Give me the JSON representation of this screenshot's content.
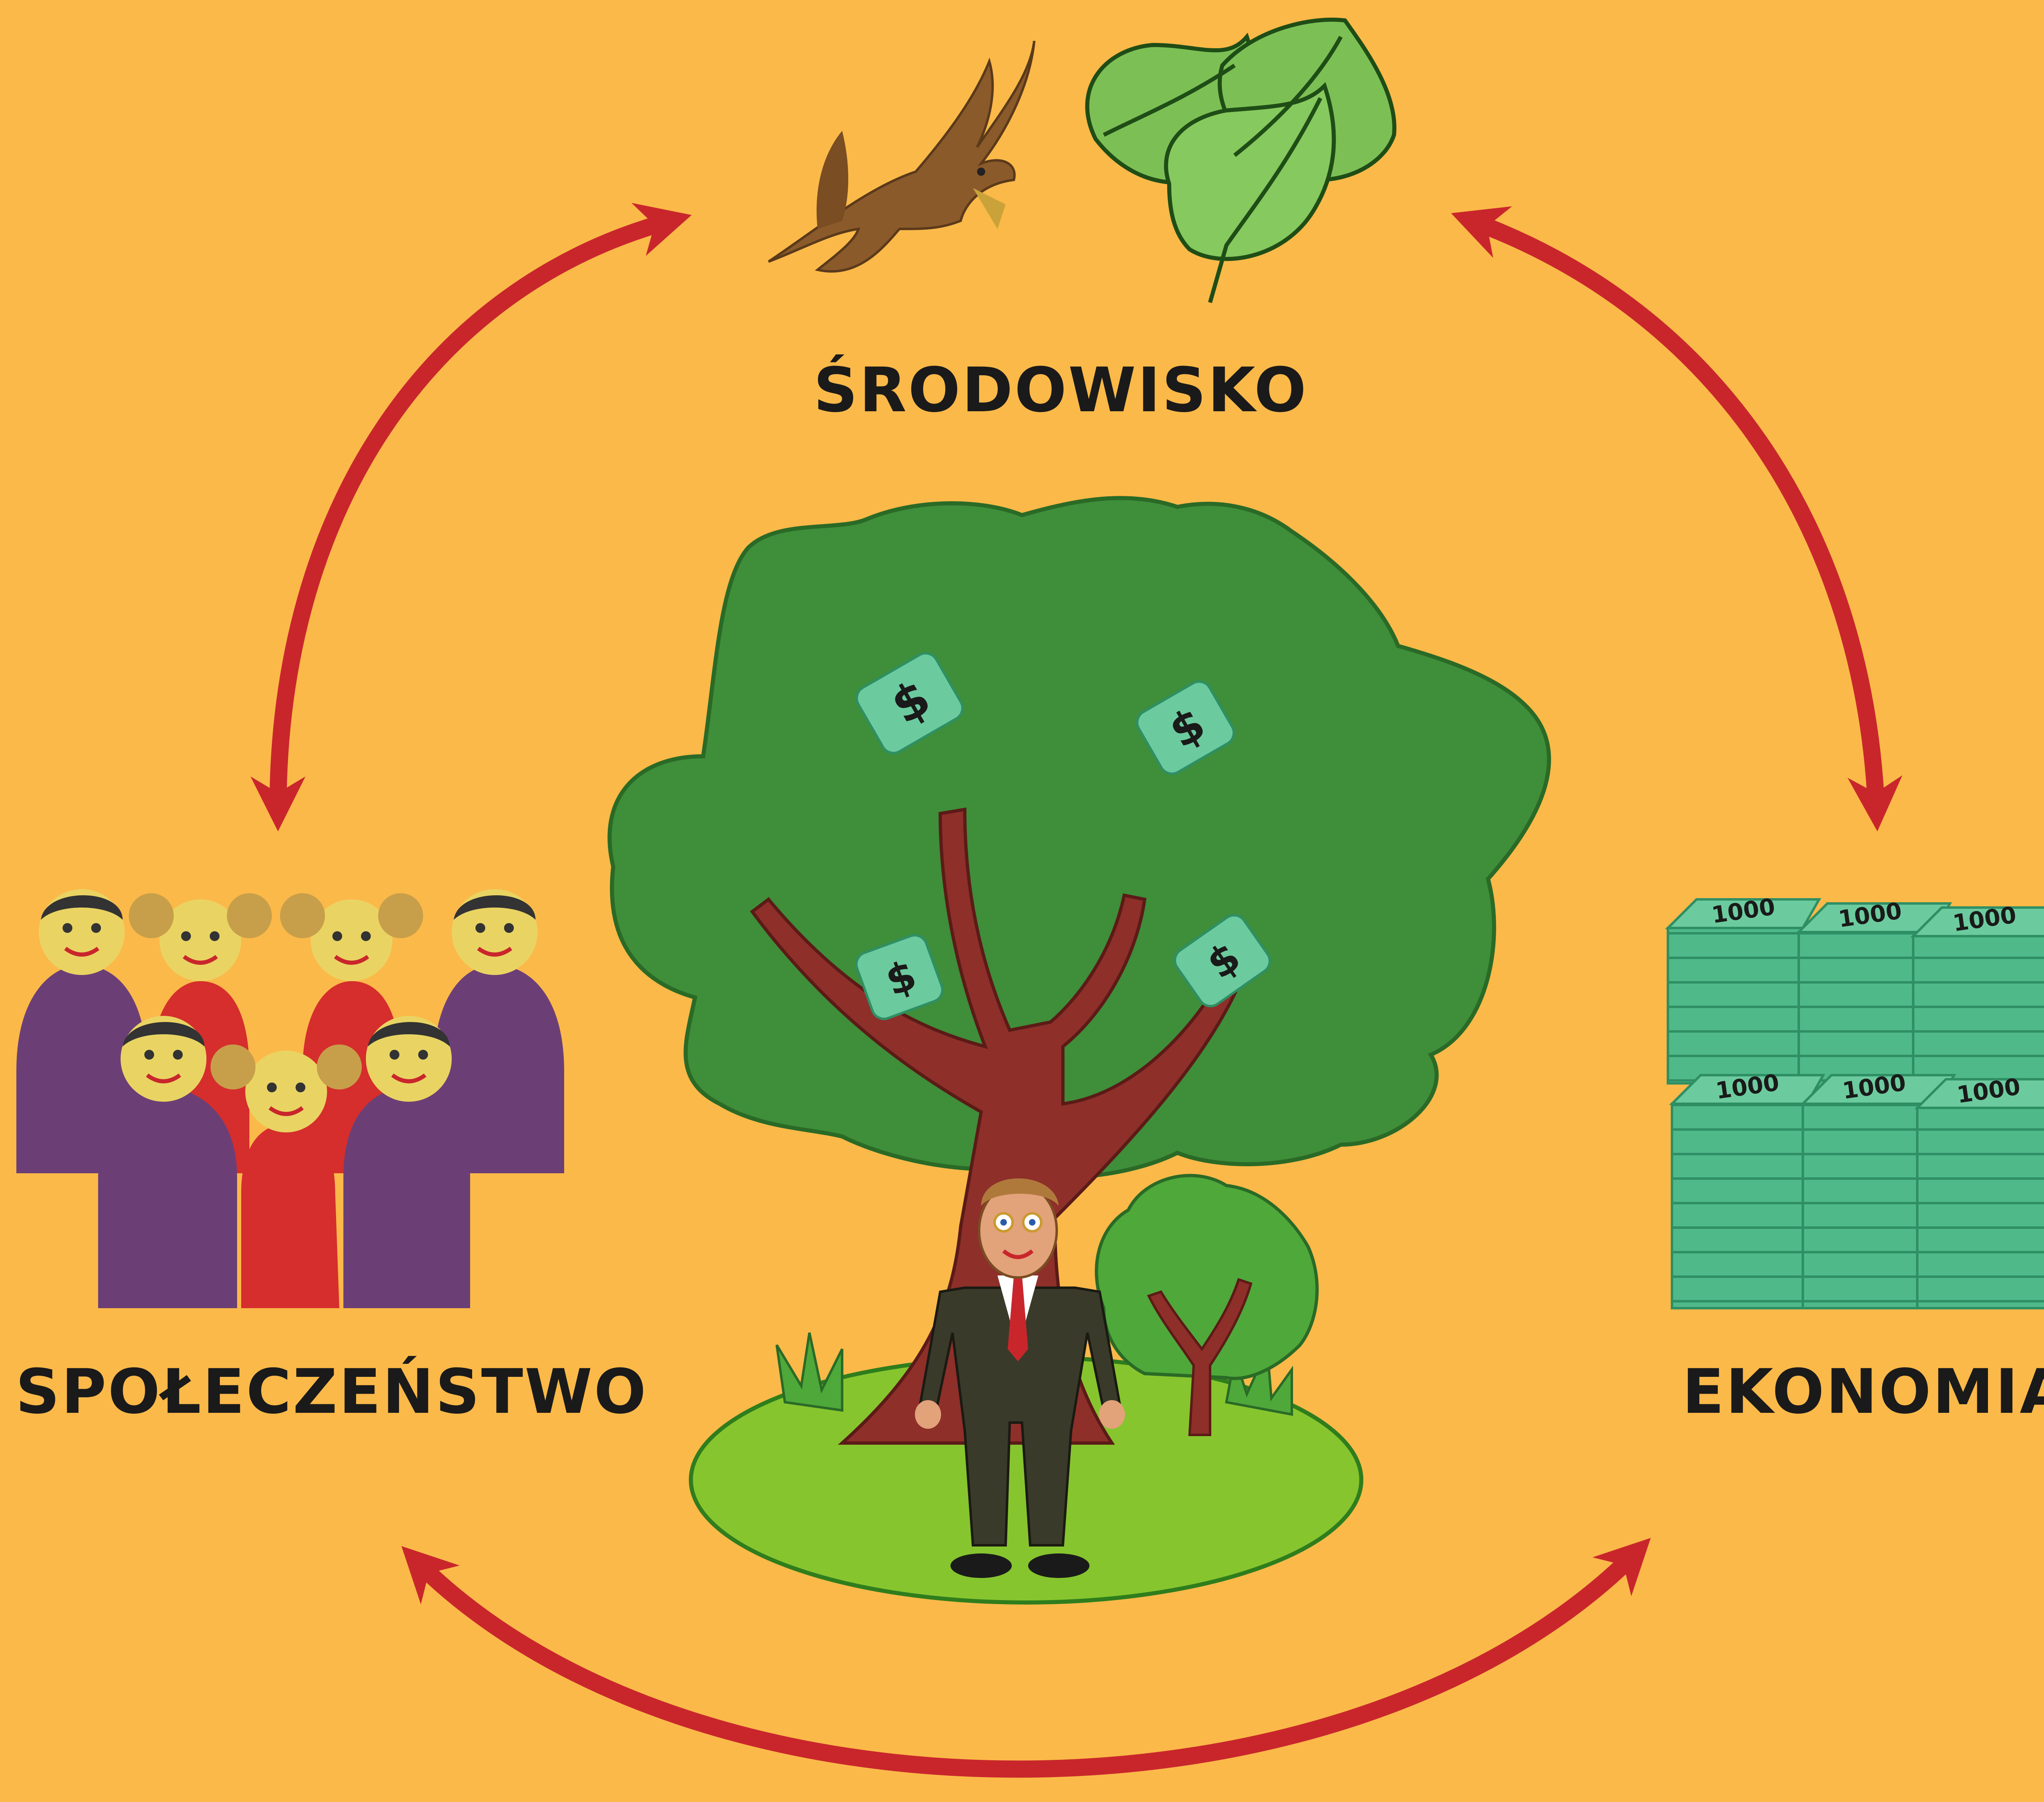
{
  "diagram": {
    "background_color": "#FBB949",
    "arrow_color": "#C9262C",
    "nodes": {
      "environment": {
        "label": "ŚRODOWISKO",
        "icons": [
          "bird-icon",
          "leaves-icon"
        ]
      },
      "society": {
        "label": "SPOŁECZEŃSTWO",
        "icons": [
          "people-group-icon"
        ]
      },
      "economy": {
        "label": "EKONOMIA",
        "icons": [
          "banknote-stacks-icon"
        ]
      }
    },
    "center": {
      "icons": [
        "money-tree-icon",
        "businessman-icon",
        "bush-icon",
        "grass-icon"
      ]
    },
    "banknote_denomination": "1000",
    "tree_money_symbol": "$",
    "arrows": [
      {
        "name": "environment-society-arrow",
        "direction": "both"
      },
      {
        "name": "environment-economy-arrow",
        "direction": "both"
      },
      {
        "name": "society-economy-arrow",
        "direction": "both"
      }
    ]
  }
}
